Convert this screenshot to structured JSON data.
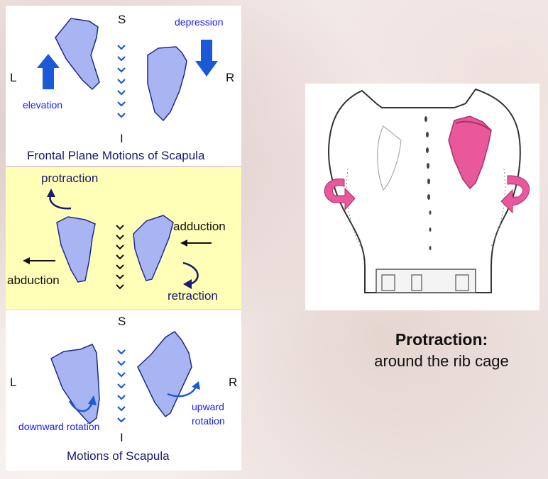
{
  "frontal": {
    "superior": "S",
    "inferior": "I",
    "left": "L",
    "right": "R",
    "elevation": "elevation",
    "depression": "depression",
    "caption": "Frontal Plane Motions of Scapula"
  },
  "transverse": {
    "protraction": "protraction",
    "retraction": "retraction",
    "abduction": "abduction",
    "adduction": "adduction"
  },
  "rotation": {
    "superior": "S",
    "inferior": "I",
    "left": "L",
    "right": "R",
    "downward": "downward rotation",
    "upward_line1": "upward",
    "upward_line2": "rotation",
    "caption": "Motions of Scapula"
  },
  "right_caption": {
    "title": "Protraction:",
    "subtitle": "around the rib cage"
  },
  "colors": {
    "scapula_fill": "#a9b4f2",
    "scapula_stroke": "#1e2a8a",
    "arrow_blue": "#1a5ad8",
    "dark_arrow": "#1a1a70",
    "highlight_pink": "#e8589a",
    "panel_yellow": "#ffffb8"
  }
}
